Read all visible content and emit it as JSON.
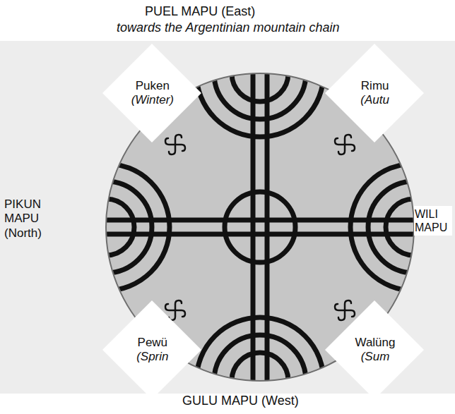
{
  "diagram": {
    "nodes": [
      {
        "text": [
          "Puken",
          "(Winter)"
        ]
      },
      {
        "text": [
          "Rimu",
          "(Autu"
        ]
      },
      {
        "text": [
          "Pewü",
          "(Sprin"
        ]
      },
      {
        "text": [
          "Walüng",
          "(Sum"
        ]
      }
    ],
    "labels": [
      "PUEL MAPU (East)",
      "towards the Argentinian mountain chain",
      "PIKUN MAPU (North)",
      "WILI MAPU",
      "GULU MAPU (West)"
    ]
  }
}
